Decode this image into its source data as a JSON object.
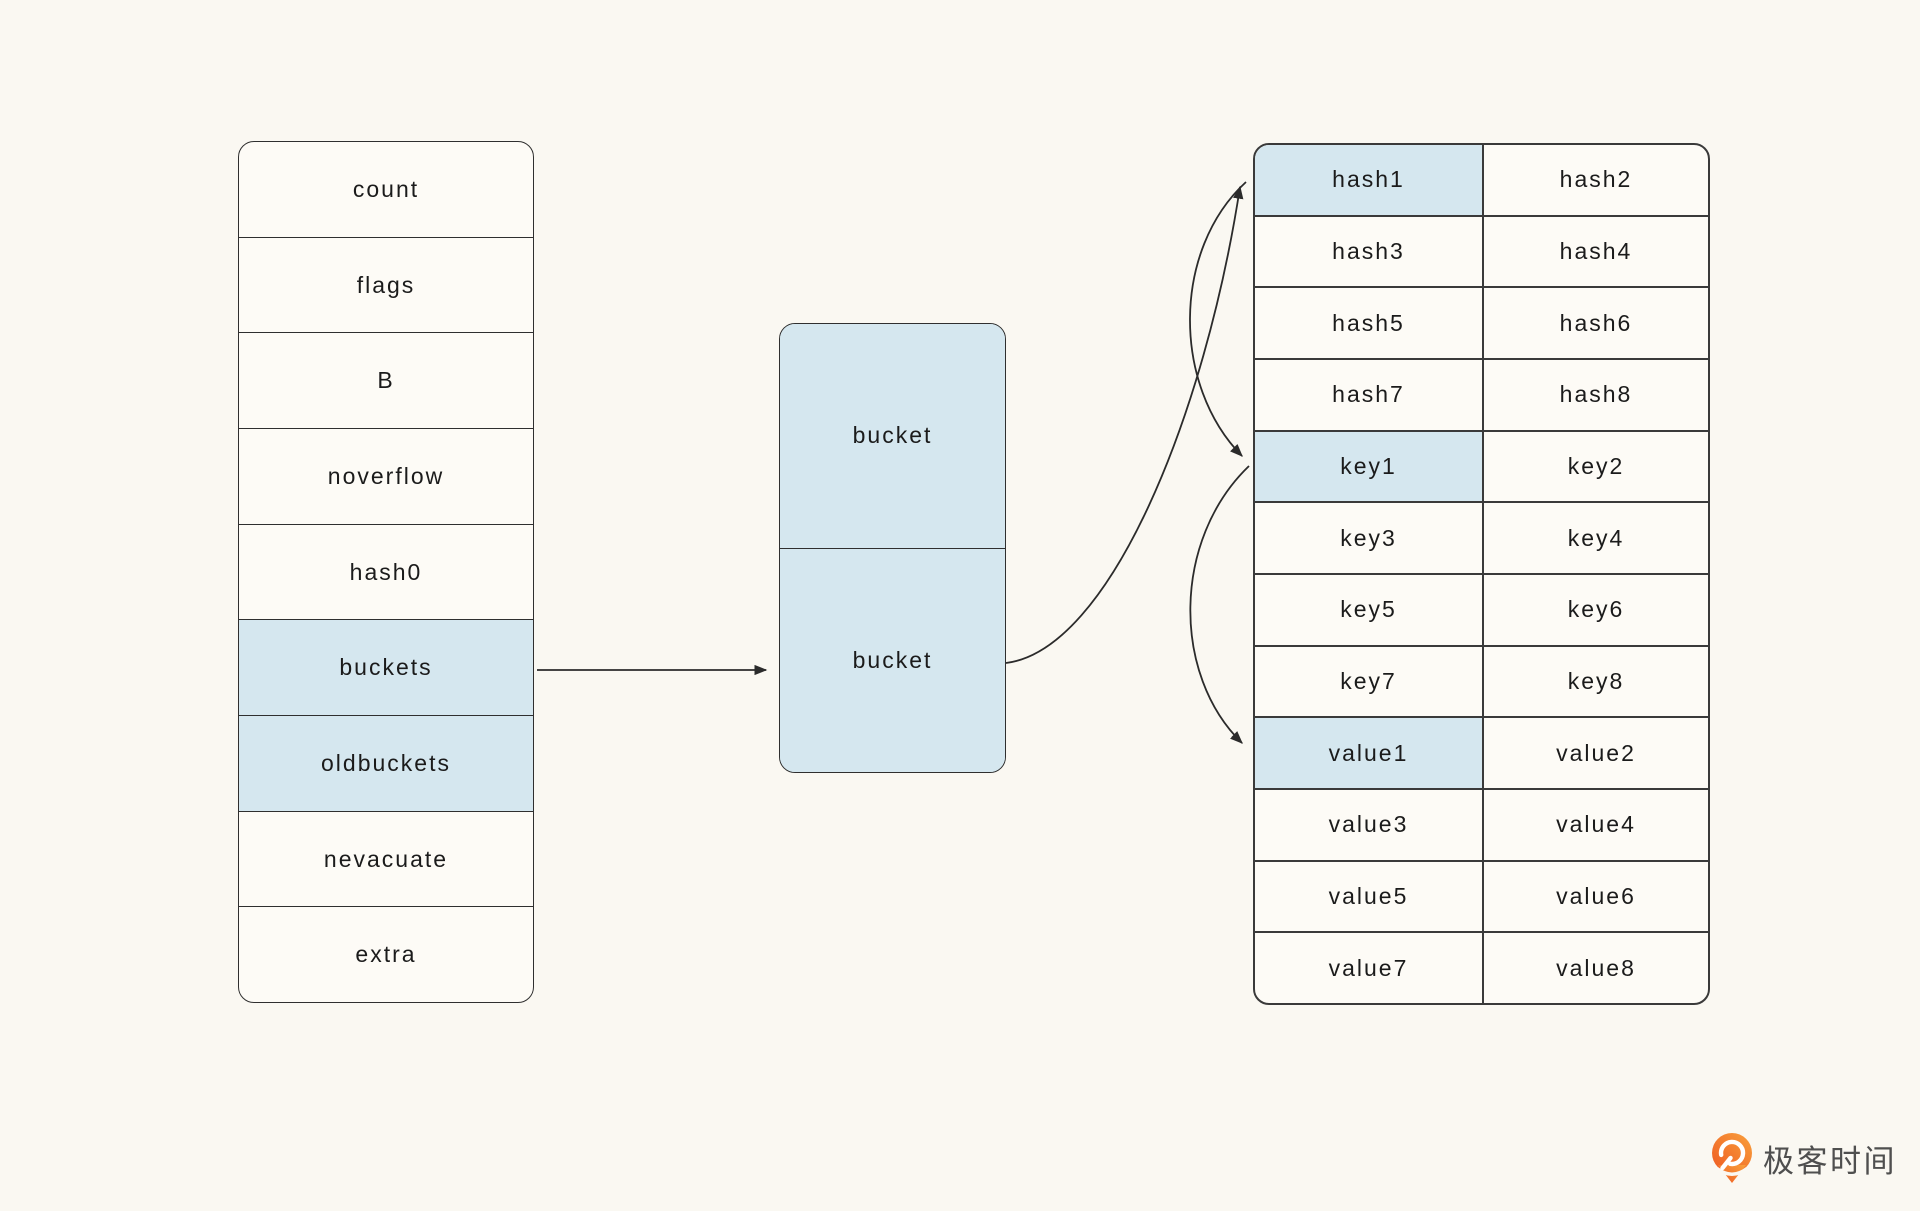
{
  "colors": {
    "background": "#faf8f2",
    "cell_fill": "#fdfbf6",
    "highlight_fill": "#d5e7ef",
    "border": "#2f2f2f",
    "text": "#1b1b1b",
    "logo_orange_light": "#f9a13c",
    "logo_orange_dark": "#ee5a23",
    "logo_text_color": "#4f4f4f"
  },
  "hmap_table": {
    "rows": [
      "count",
      "flags",
      "B",
      "noverflow",
      "hash0",
      "buckets",
      "oldbuckets",
      "nevacuate",
      "extra"
    ],
    "highlighted_rows": [
      "buckets",
      "oldbuckets"
    ]
  },
  "bucket_box": {
    "cells": [
      "bucket",
      "bucket"
    ]
  },
  "bucket_detail_table": {
    "rows": [
      [
        "hash1",
        "hash2"
      ],
      [
        "hash3",
        "hash4"
      ],
      [
        "hash5",
        "hash6"
      ],
      [
        "hash7",
        "hash8"
      ],
      [
        "key1",
        "key2"
      ],
      [
        "key3",
        "key4"
      ],
      [
        "key5",
        "key6"
      ],
      [
        "key7",
        "key8"
      ],
      [
        "value1",
        "value2"
      ],
      [
        "value3",
        "value4"
      ],
      [
        "value5",
        "value6"
      ],
      [
        "value7",
        "value8"
      ]
    ],
    "highlighted_cells": [
      "hash1",
      "key1",
      "value1"
    ]
  },
  "arrows": [
    {
      "from": "buckets",
      "to": "bucket"
    },
    {
      "from": "bucket",
      "to": "hash1"
    },
    {
      "from": "hash1",
      "to": "key1"
    },
    {
      "from": "key1",
      "to": "value1"
    }
  ],
  "logo": {
    "text": "极客时间"
  }
}
